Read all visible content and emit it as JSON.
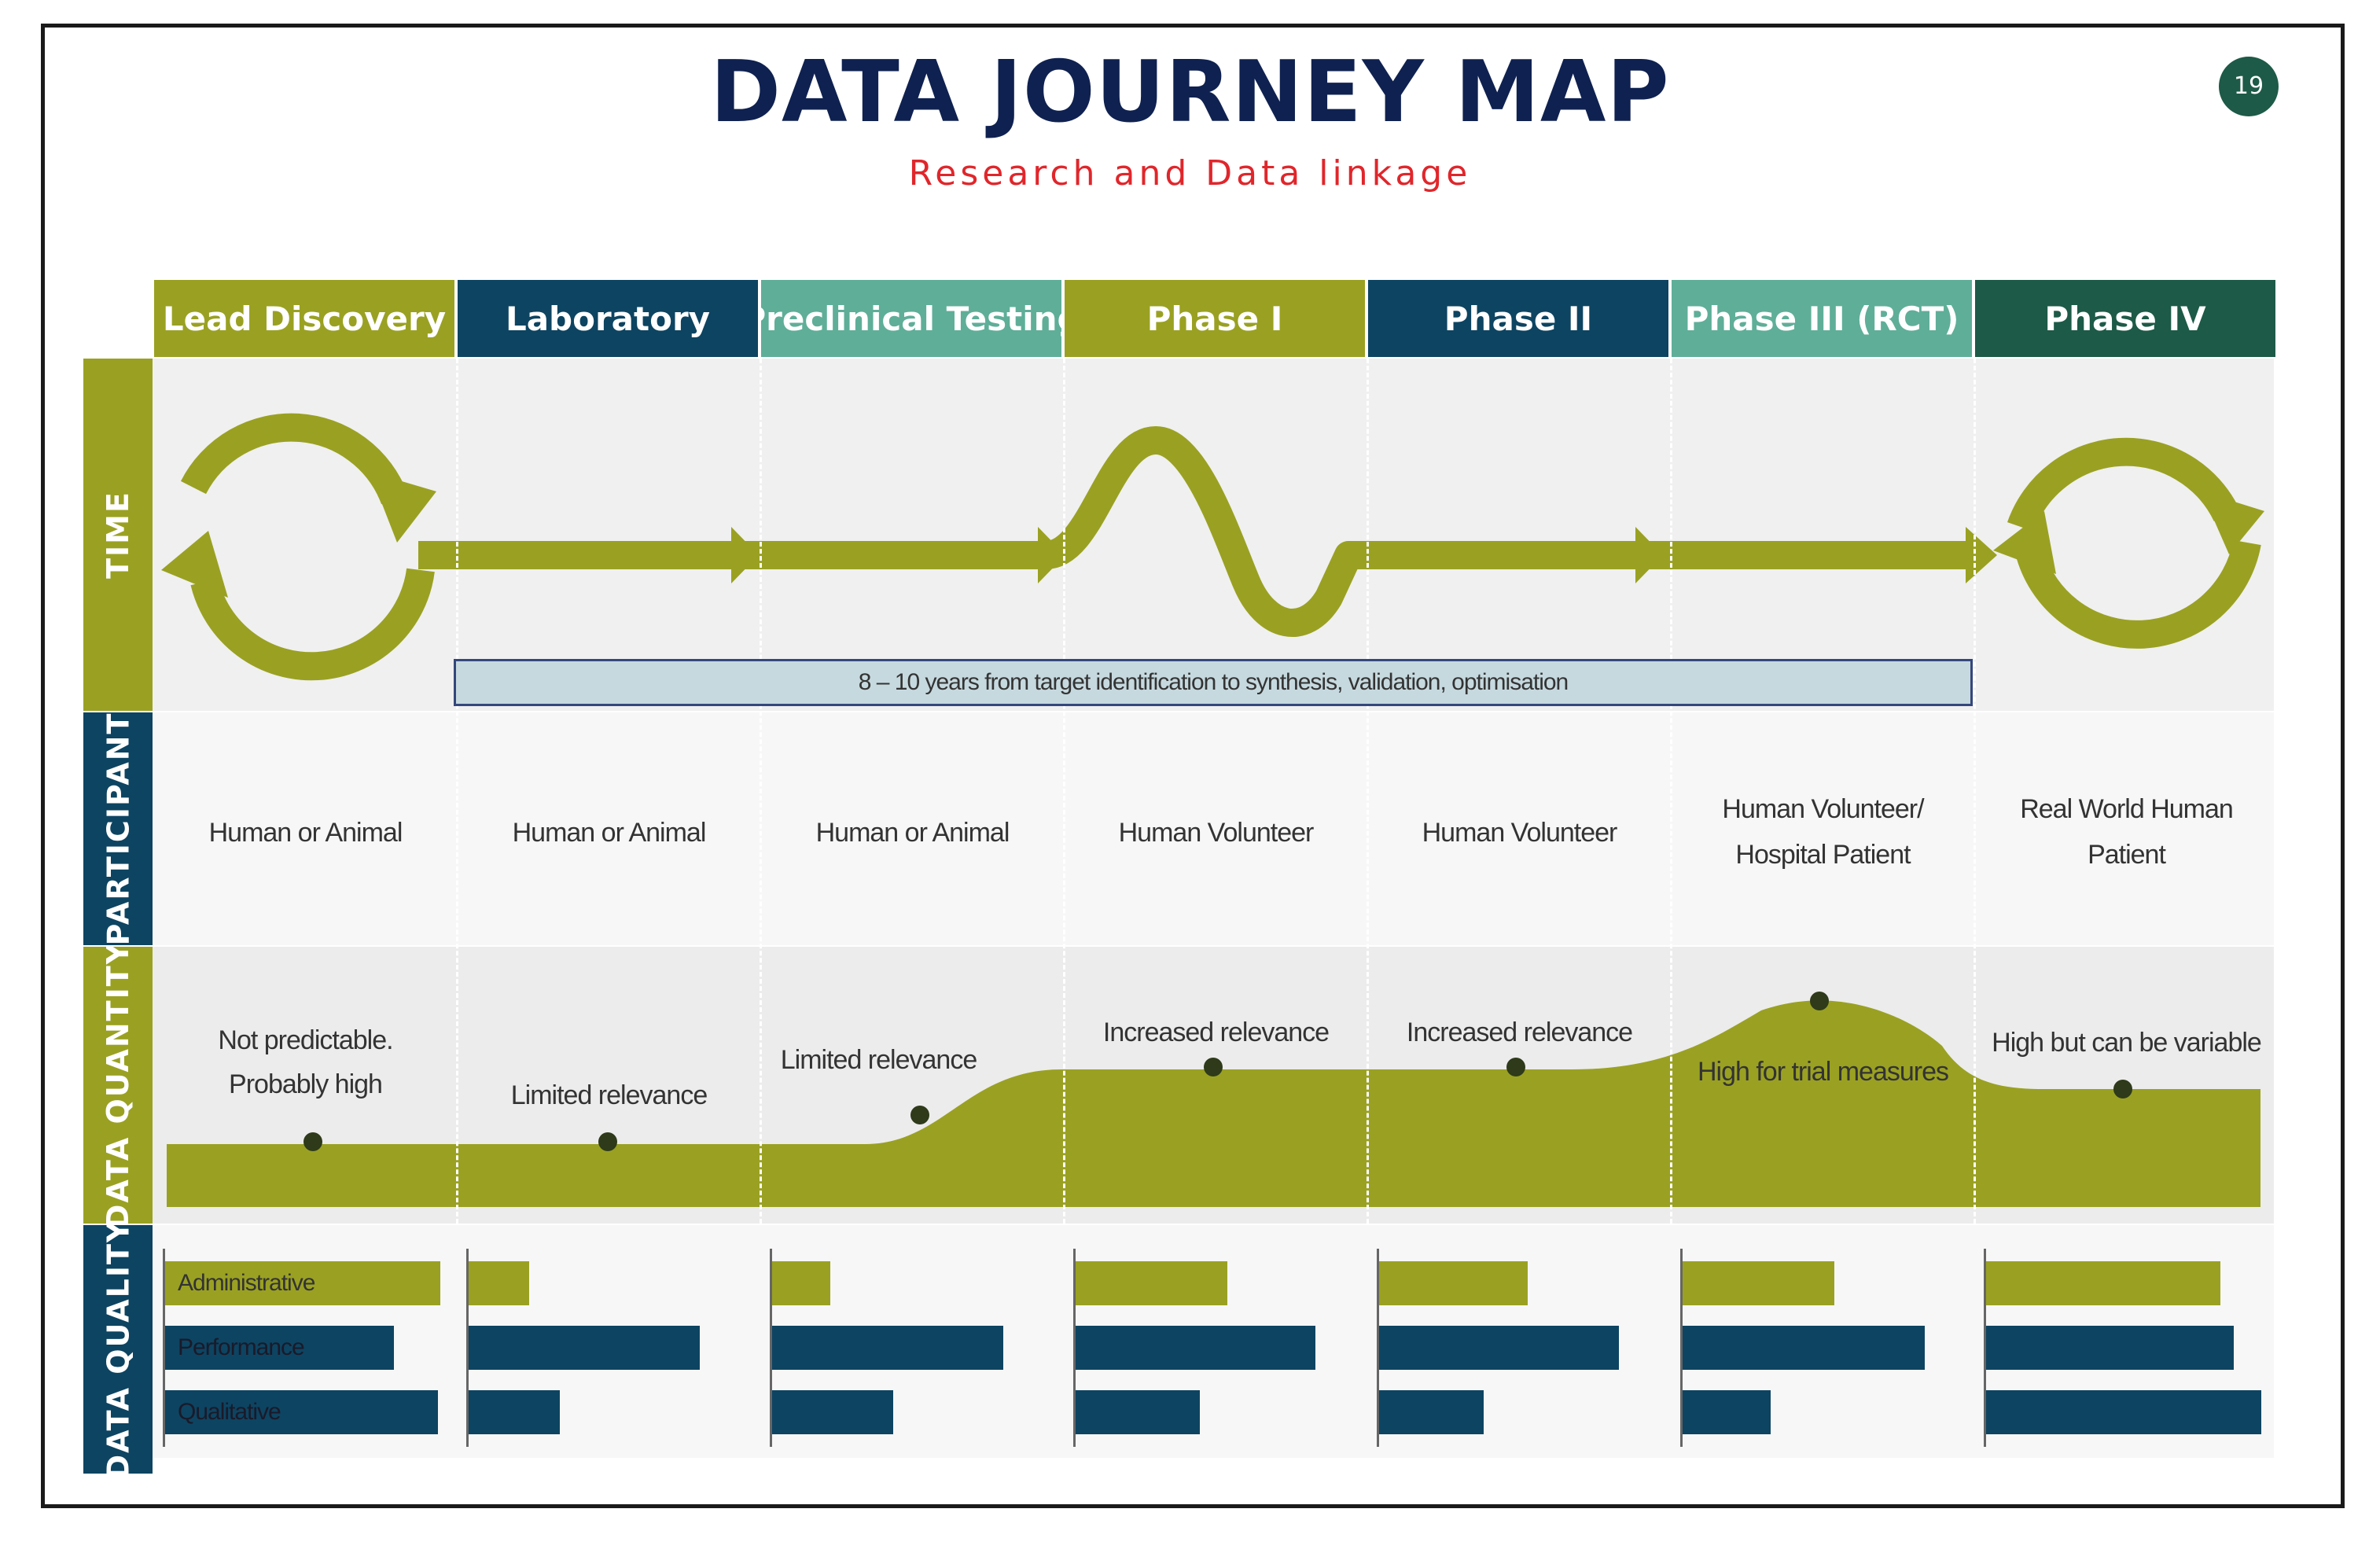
{
  "title": "DATA JOURNEY MAP",
  "subtitle": "Research and Data linkage",
  "page_number": "19",
  "colors": {
    "title_navy": "#0f2150",
    "subtitle_red": "#e0262b",
    "olive": "#9aa122",
    "navy": "#0d4461",
    "teal": "#5fae98",
    "dark_green": "#1d5a47",
    "note_fill": "#c6d9df"
  },
  "phases": [
    {
      "label": "Lead Discovery",
      "color": "#9aa122"
    },
    {
      "label": "Laboratory",
      "color": "#0d4461"
    },
    {
      "label": "Preclinical Testing",
      "color": "#5fae98"
    },
    {
      "label": "Phase I",
      "color": "#9aa122"
    },
    {
      "label": "Phase II",
      "color": "#0d4461"
    },
    {
      "label": "Phase III (RCT)",
      "color": "#5fae98"
    },
    {
      "label": "Phase IV",
      "color": "#1d5a47"
    }
  ],
  "rows": {
    "time": "TIME",
    "participant": "PARTICIPANT",
    "data_quantity": "DATA QUANTITY",
    "data_quality": "DATA QUALITY"
  },
  "time_note": "8 – 10 years from target identification to synthesis, validation, optimisation",
  "participants": [
    [
      "Human or Animal"
    ],
    [
      "Human or Animal"
    ],
    [
      "Human or Animal"
    ],
    [
      "Human Volunteer"
    ],
    [
      "Human Volunteer"
    ],
    [
      "Human Volunteer/",
      "Hospital Patient"
    ],
    [
      "Real World Human",
      "Patient"
    ]
  ],
  "data_quantity": {
    "labels": [
      [
        "Not predictable.",
        "Probably high"
      ],
      [
        "Limited relevance"
      ],
      [
        "Limited relevance"
      ],
      [
        "Increased relevance"
      ],
      [
        "Increased relevance"
      ],
      [
        "High for trial measures"
      ],
      [
        "High but can be variable"
      ]
    ]
  },
  "data_quality": {
    "legend": [
      "Administrative",
      "Performance",
      "Qualitative"
    ],
    "bars": [
      [
        1.0,
        0.83,
        0.99
      ],
      [
        0.22,
        0.84,
        0.33
      ],
      [
        0.21,
        0.84,
        0.44
      ],
      [
        0.55,
        0.87,
        0.45
      ],
      [
        0.54,
        0.87,
        0.38
      ],
      [
        0.55,
        0.88,
        0.32
      ],
      [
        0.85,
        0.9,
        1.0
      ]
    ]
  }
}
